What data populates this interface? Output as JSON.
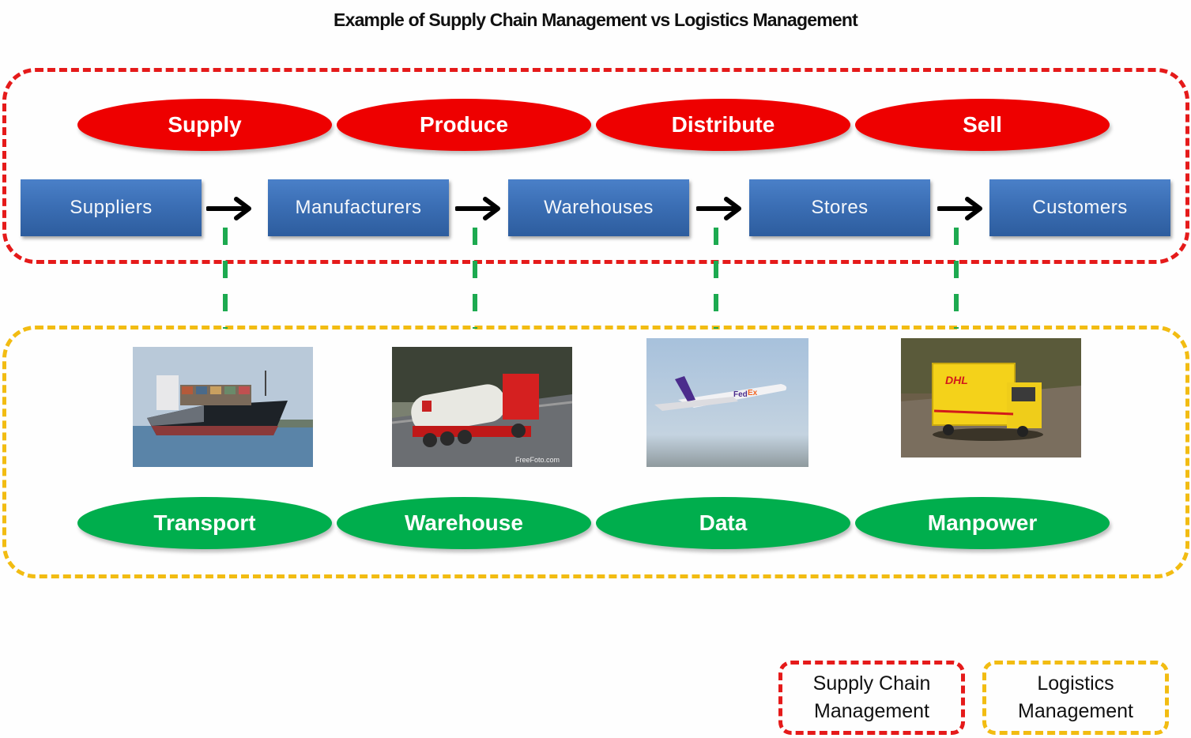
{
  "title": "Example of Supply Chain Management vs Logistics Management",
  "supply_chain": {
    "stages": [
      "Supply",
      "Produce",
      "Distribute",
      "Sell"
    ],
    "entities": [
      "Suppliers",
      "Manufacturers",
      "Warehouses",
      "Stores",
      "Customers"
    ],
    "stage_color": "#ee0000",
    "entity_color": "#3a6db3",
    "frame_color": "#e51a1a"
  },
  "logistics": {
    "functions": [
      "Transport",
      "Warehouse",
      "Data",
      "Manpower"
    ],
    "photos": [
      {
        "subject": "container-ship"
      },
      {
        "subject": "tanker-truck",
        "watermark": "FreeFoto.com"
      },
      {
        "subject": "cargo-airplane",
        "brand": "FedEx"
      },
      {
        "subject": "delivery-truck",
        "brand": "DHL"
      }
    ],
    "function_color": "#00ae4d",
    "frame_color": "#f2bc12",
    "connector_color": "#1daa50"
  },
  "legend": {
    "supply_chain_label": [
      "Supply Chain",
      "Management"
    ],
    "logistics_label": [
      "Logistics",
      "Management"
    ]
  }
}
